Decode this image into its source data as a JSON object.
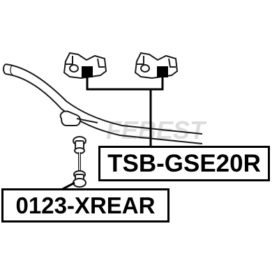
{
  "labels": {
    "stabilizer_bushing": "TSB-GSE20R",
    "stabilizer_link": "0123-XREAR"
  },
  "watermark": "FEBEST",
  "colors": {
    "line": "#000000",
    "drawing": "#1a1a1a",
    "watermark": "#d9d9d9",
    "background": "#ffffff"
  }
}
